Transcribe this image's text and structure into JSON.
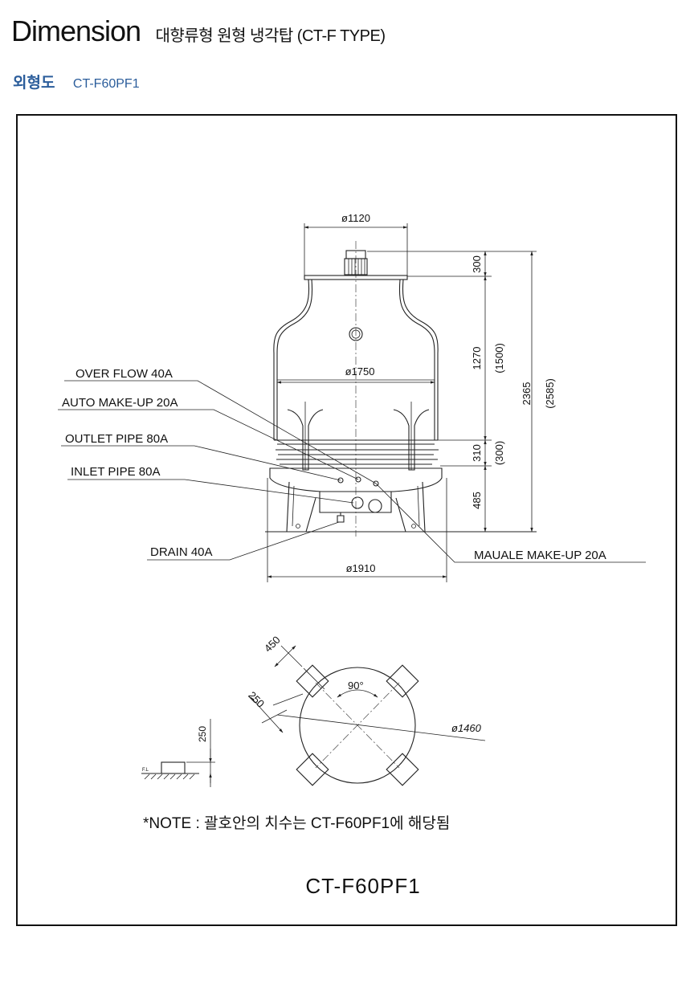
{
  "header": {
    "title": "Dimension",
    "subtitle": "대향류형 원형 냉각탑 (CT-F TYPE)"
  },
  "section": {
    "label": "외형도",
    "model": "CT-F60PF1"
  },
  "drawing": {
    "dims": {
      "top_dia": "ø1120",
      "mid_dia": "ø1750",
      "base_dia": "ø1910",
      "h_300": "300",
      "h_1270": "1270",
      "h_1500": "(1500)",
      "h_2365": "2365",
      "h_2585": "(2585)",
      "h_310": "310",
      "h_300b": "(300)",
      "h_485": "485",
      "d_450": "450",
      "d_250": "250",
      "angle_90": "90°",
      "pcd_1460": "ø1460",
      "fl_250": "250",
      "fl_label": "F.L"
    },
    "callouts": {
      "overflow": "OVER FLOW 40A",
      "auto_makeup": "AUTO MAKE-UP 20A",
      "outlet": "OUTLET PIPE 80A",
      "inlet": "INLET PIPE 80A",
      "drain": "DRAIN 40A",
      "manual_makeup": "MAUALE MAKE-UP 20A"
    },
    "note": "*NOTE : 괄호안의 치수는 CT-F60PF1에 해당됨",
    "model_label": "CT-F60PF1"
  }
}
